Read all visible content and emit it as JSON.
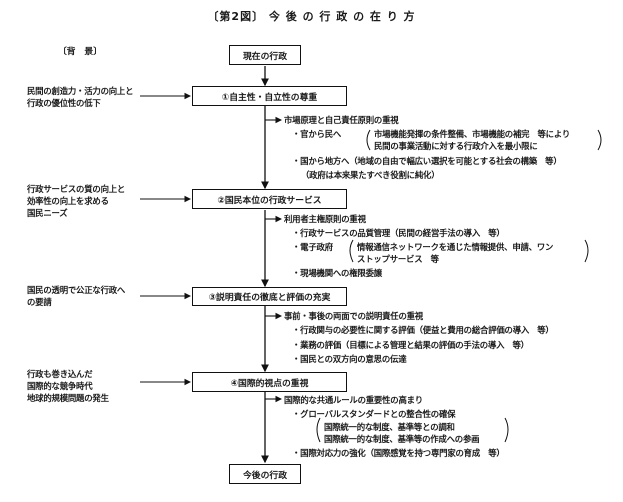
{
  "title": "〔第2図〕 今 後 の 行 政 の 在 り 方",
  "background_label": "〔背　景〕",
  "top_box": "現在の行政",
  "bottom_box": "今後の行政",
  "backgrounds": [
    [
      "民間の創造力・活力の向上と",
      "行政の優位性の低下"
    ],
    [
      "行政サービスの質の向上と",
      "効率性の向上を求める",
      "国民ニーズ"
    ],
    [
      "国民の透明で公正な行政へ",
      "の要請"
    ],
    [
      "行政も巻き込んだ",
      "国際的な競争時代",
      "地球的規模問題の発生"
    ]
  ],
  "stages": [
    {
      "label": "①自主性・自立性の尊重",
      "details": [
        "市場原理と自己責任原則の重視",
        "・官から民へ",
        "市場機能発揮の条件整備、市場機能の補完　等により",
        "民間の事業活動に対する行政介入を最小限に",
        "・国から地方へ（地域の自由で幅広い選択を可能とする社会の構築　等）",
        "（政府は本来果たすべき役割に純化）"
      ]
    },
    {
      "label": "②国民本位の行政サービス",
      "details": [
        "利用者主権原則の重視",
        "・行政サービスの品質管理（民間の経営手法の導入　等）",
        "・電子政府",
        "情報通信ネットワークを通じた情報提供、申請、ワン",
        "ストップサービス　等",
        "・現場機関への権限委譲"
      ]
    },
    {
      "label": "③説明責任の徹底と評価の充実",
      "details": [
        "事前・事後の両面での説明責任の重視",
        "・行政関与の必要性に関する評価（便益と費用の総合評価の導入　等）",
        "・業務の評価（目標による管理と結果の評価の手法の導入　等）",
        "・国民との双方向の意思の伝達"
      ]
    },
    {
      "label": "④国際的視点の重視",
      "details": [
        "国際的な共通ルールの重要性の高まり",
        "・グローバルスタンダードとの整合性の確保",
        "国際統一的な制度、基準等との調和",
        "国際統一的な制度、基準等の作成への参画",
        "・国際対応力の強化（国際感覚を持つ専門家の育成　等）"
      ]
    }
  ]
}
